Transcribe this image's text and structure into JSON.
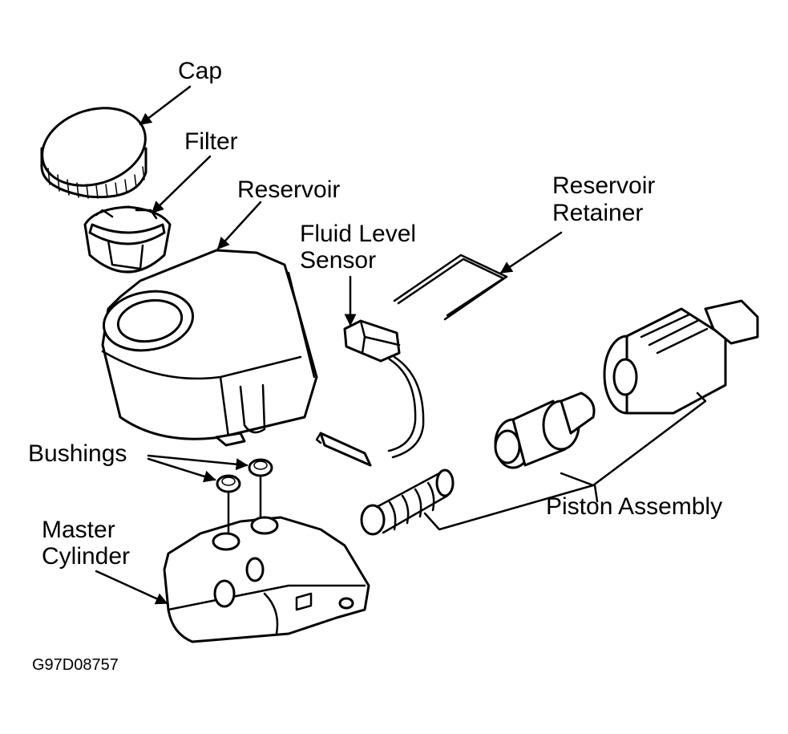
{
  "labels": {
    "cap": "Cap",
    "filter": "Filter",
    "reservoir": "Reservoir",
    "fluid_level_sensor": [
      "Fluid Level",
      "Sensor"
    ],
    "reservoir_retainer": [
      "Reservoir",
      "Retainer"
    ],
    "bushings": "Bushings",
    "master_cylinder": [
      "Master",
      "Cylinder"
    ],
    "piston_assembly": "Piston Assembly"
  },
  "figure_code": "G97D08757",
  "colors": {
    "line": "#000000",
    "background": "#ffffff"
  }
}
